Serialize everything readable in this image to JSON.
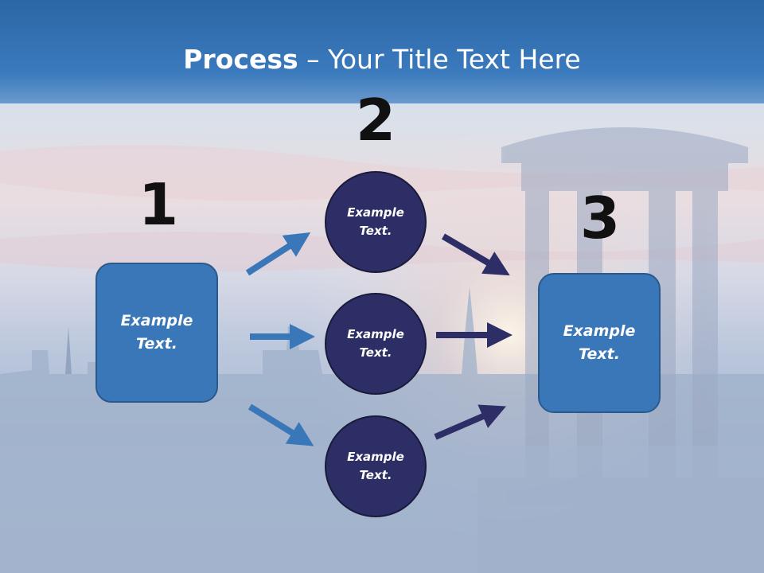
{
  "slide": {
    "title_bold": "Process",
    "title_rest": " – Your Title Text Here",
    "step_numbers": [
      "1",
      "2",
      "3"
    ],
    "left_box_text": [
      "Example",
      "Text."
    ],
    "right_box_text": [
      "Example",
      "Text."
    ],
    "circles": [
      {
        "text": [
          "Example",
          "Text."
        ]
      },
      {
        "text": [
          "Example",
          "Text."
        ]
      },
      {
        "text": [
          "Example",
          "Text."
        ]
      }
    ]
  },
  "colors": {
    "title_bar": "#3a7abd",
    "box_fill": "#3a77b8",
    "circle_fill": "#2d2e66",
    "arrow_light": "#3a77b8",
    "arrow_dark": "#2d2e66"
  }
}
